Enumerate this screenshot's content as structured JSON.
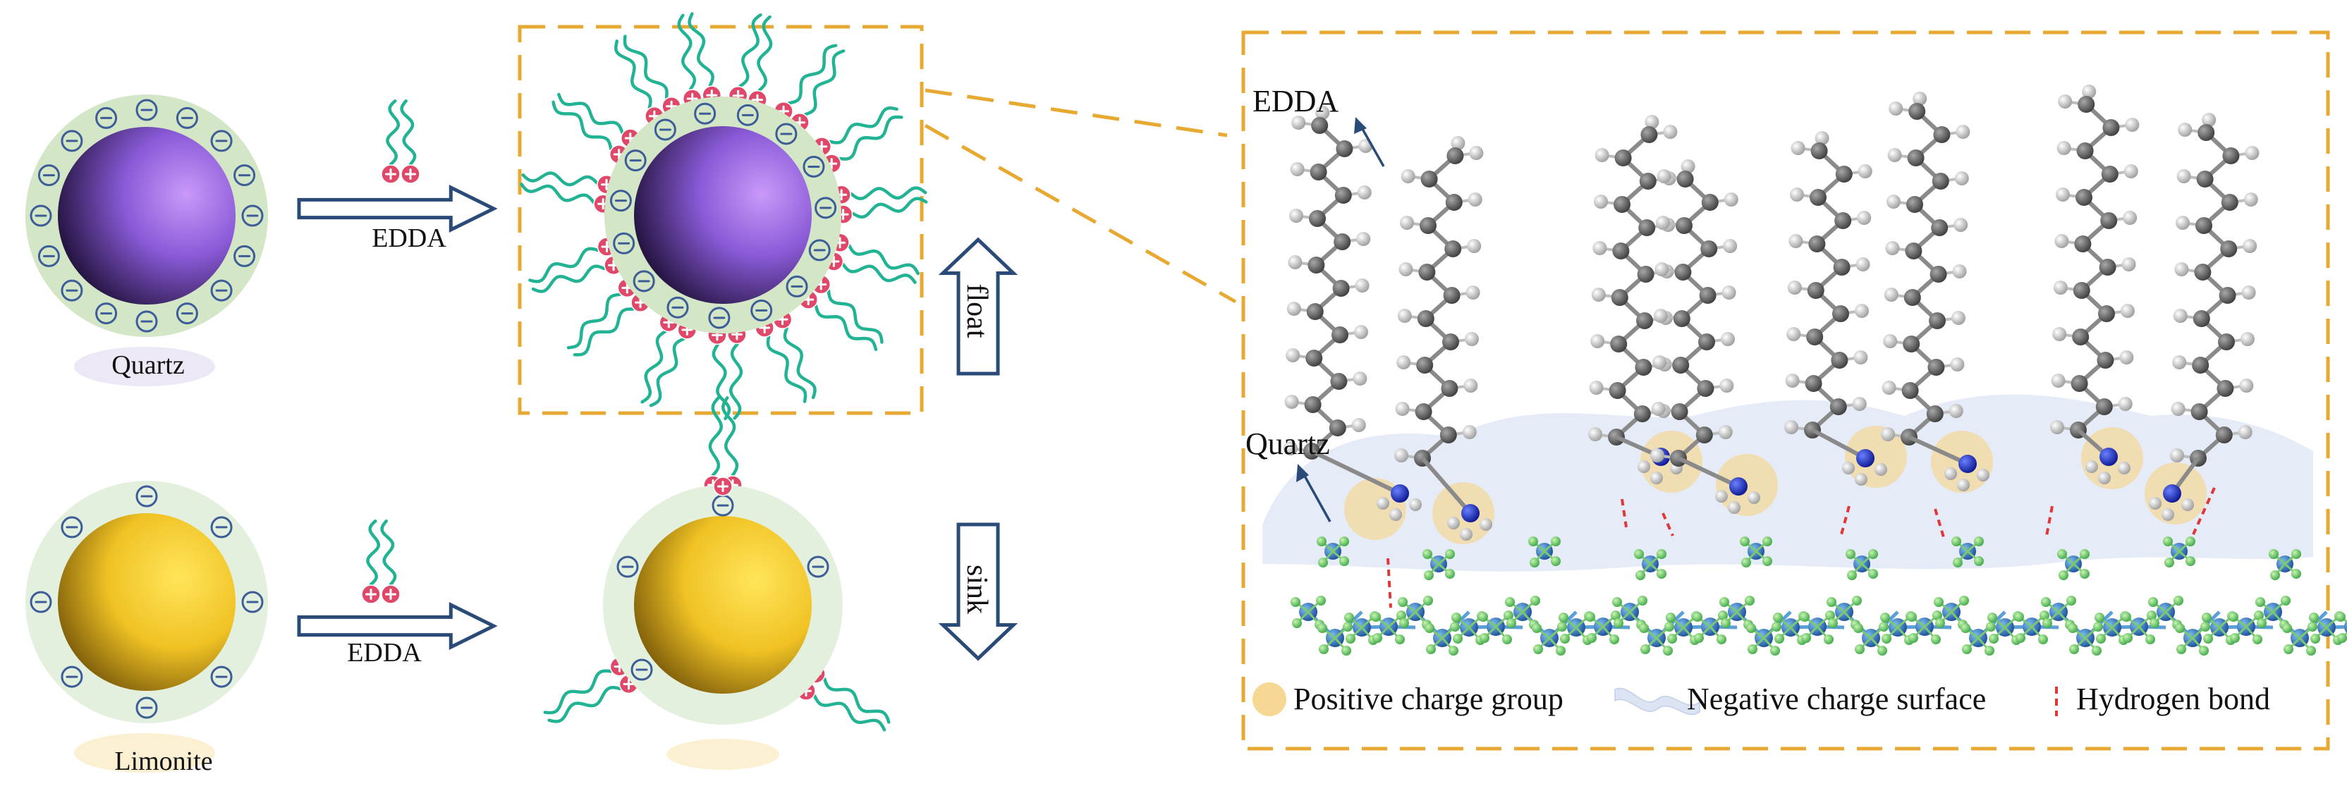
{
  "labels": {
    "quartz": "Quartz",
    "limonite": "Limonite",
    "edda": "EDDA",
    "float": "float",
    "sink": "sink"
  },
  "legend": {
    "positive": "Positive charge group",
    "negative": "Negative charge surface",
    "hbond": "Hydrogen bond"
  },
  "colors": {
    "accent_box": "#e8a932",
    "arrow": "#2a4a78",
    "chain": "#22b394",
    "cation": "#e0486a",
    "anion": "#3c5d98",
    "quartz": "#8a5ad8",
    "quartz_halo": "#d3e6c6",
    "limonite": "#f0c224",
    "limonite_halo": "#e4f0de",
    "carbon": "#6a6a6a",
    "hydrogen": "#d8d8d8",
    "nitrogen": "#1a2fd0",
    "silicon": "#2a72c8",
    "oxygen": "#66d06a",
    "hbond": "#e03838",
    "positive_glow": "#f6d794",
    "negative_surface": "#dce4f4"
  },
  "icons": {
    "cation": "plus-in-circle-icon",
    "anion": "minus-in-circle-icon",
    "chain": "wavy-tail-icon",
    "arrow": "hollow-block-arrow-icon"
  }
}
